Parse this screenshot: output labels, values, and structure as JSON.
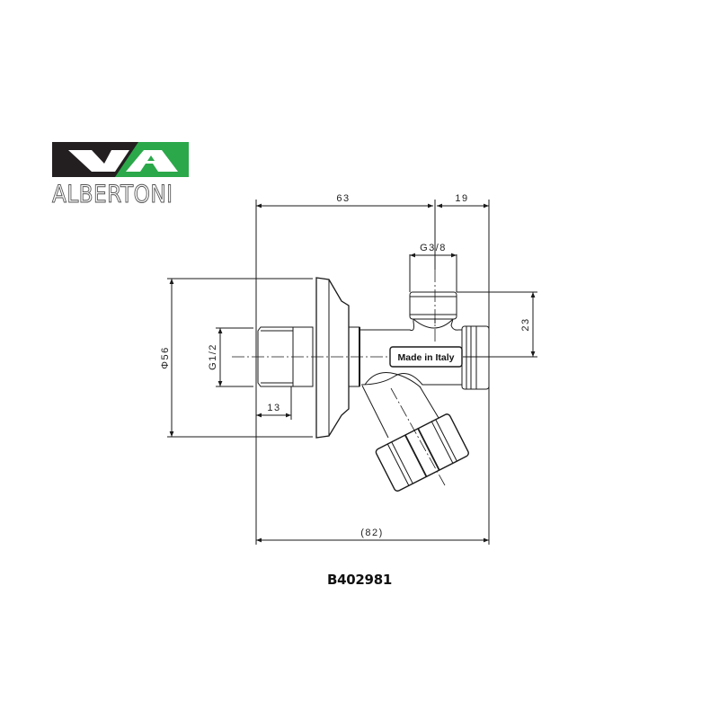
{
  "logo": {
    "mark": "VA",
    "brand_name": "ALBERTONI",
    "colors": {
      "dark": "#231f20",
      "green": "#2ba84a",
      "outline": "#555555"
    }
  },
  "drawing": {
    "product_code": "B402981",
    "stamp_text": "Made in Italy",
    "dimensions": {
      "body_length": "63",
      "outlet_offset": "19",
      "outlet_thread": "G3/8",
      "outlet_height": "23",
      "rosette_diameter": "Φ56",
      "inlet_thread": "G1/2",
      "inlet_length": "13",
      "overall_length": "(82)"
    },
    "line_color": "#1a1a1a"
  }
}
